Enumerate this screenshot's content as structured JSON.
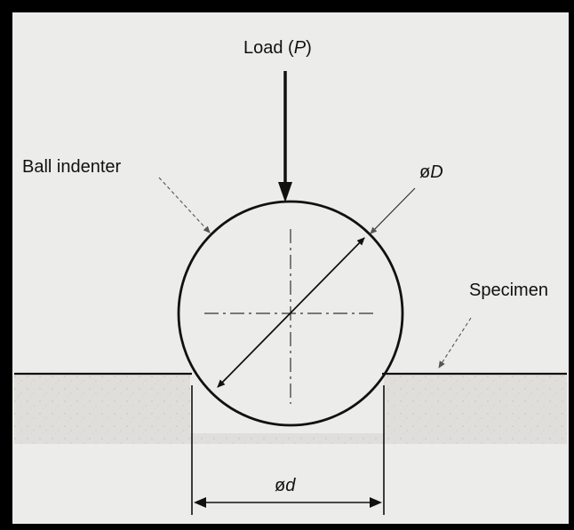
{
  "labels": {
    "load_prefix": "Load (",
    "load_symbol": "P",
    "load_suffix": ")",
    "ball_indenter": "Ball indenter",
    "diameter_big_prefix": "ø",
    "diameter_big_symbol": "D",
    "specimen": "Specimen",
    "diameter_small_prefix": "ø",
    "diameter_small_symbol": "d"
  },
  "colors": {
    "frame": "#000000",
    "paper": "#ececea",
    "specimen_texture": "#d8d8d4",
    "ink": "#111111"
  }
}
